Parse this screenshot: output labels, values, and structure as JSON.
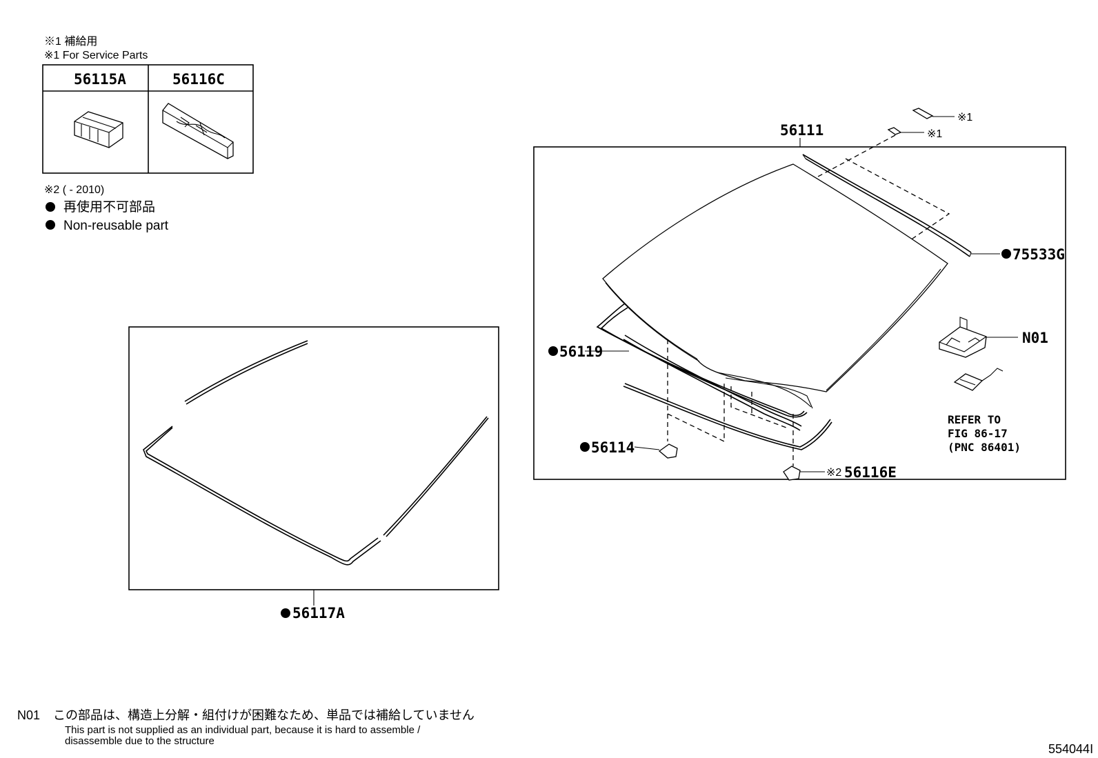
{
  "notes": {
    "service_jp": "※1 補給用",
    "service_en": "※1 For Service Parts",
    "service_parts": [
      {
        "code": "56115A",
        "icon": "clip-icon"
      },
      {
        "code": "56116C",
        "icon": "bracket-plate-icon"
      }
    ],
    "note2": "※2 (         - 2010)",
    "nonreuse_jp": "再使用不可部品",
    "nonreuse_en": "Non-reusable part",
    "bullet_symbol": "●"
  },
  "callouts": {
    "glass": "56111",
    "service_mark_1": "※1",
    "service_mark_2": "※1",
    "molding_top": "●75533G",
    "bracket": "N01",
    "refer_line1": "REFER TO",
    "refer_line2": "FIG 86-17",
    "refer_line3": "(PNC 86401)",
    "dam": "●56119",
    "spacer": "●56114",
    "clip_mark": "※2",
    "clip": "56116E",
    "adhesive_seal": "●56117A"
  },
  "footer": {
    "code": "N01",
    "jp": "この部品は、構造上分解・組付けが困難なため、単品では補給していません",
    "en_line1": "This part is not supplied as an individual part, because it is hard to assemble /",
    "en_line2": "disassemble due to the structure",
    "figure_id": "554044I"
  },
  "colors": {
    "ink": "#000000",
    "paper": "#ffffff"
  }
}
